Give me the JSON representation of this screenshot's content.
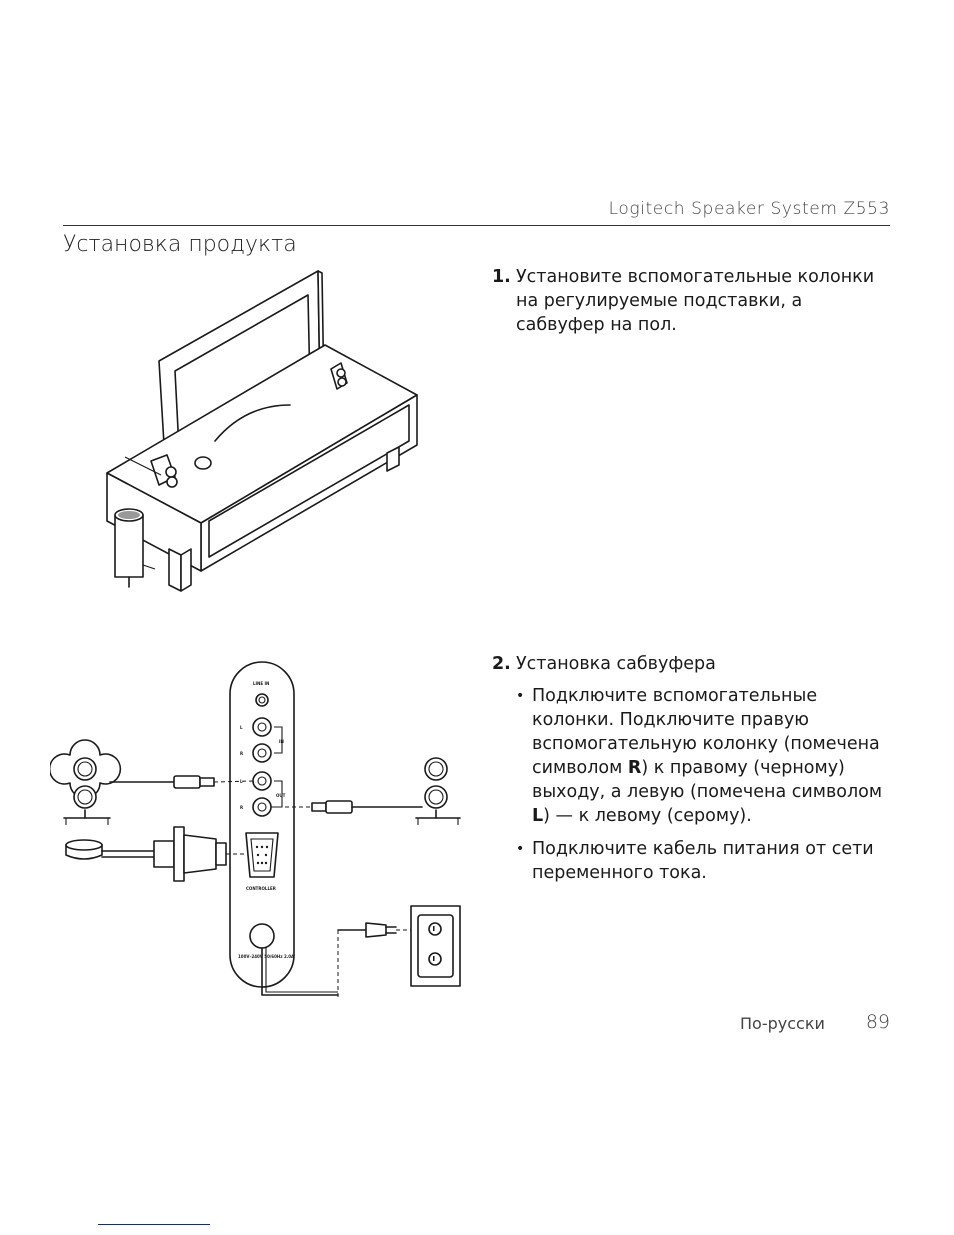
{
  "header": {
    "product_title": "Logitech Speaker System Z553"
  },
  "section": {
    "title": "Установка продукта"
  },
  "step1": {
    "number": "1.",
    "text": "Установите вспомогательные колонки на регулируемые подставки, а сабвуфер на пол."
  },
  "step2": {
    "number": "2.",
    "title": "Установка сабвуфера",
    "bullet1": {
      "part1": "Подключите вспомогательные колонки. Подключите правую вспомогательную колонку (помечена символом ",
      "bold_r": "R",
      "part2": ") к правому (черному) выходу, а левую (помечена символом ",
      "bold_l": "L",
      "part3": ") — к левому (серому)."
    },
    "bullet2": "Подключите кабель питания от сети переменного тока."
  },
  "panel_labels": {
    "line_in": "LINE IN",
    "l": "L",
    "r": "R",
    "in": "IN",
    "out": "OUT",
    "controller": "CONTROLLER",
    "power": "100V–240V  50/60Hz  2.0A"
  },
  "footer": {
    "language": "По-русски",
    "page_number": "89"
  }
}
